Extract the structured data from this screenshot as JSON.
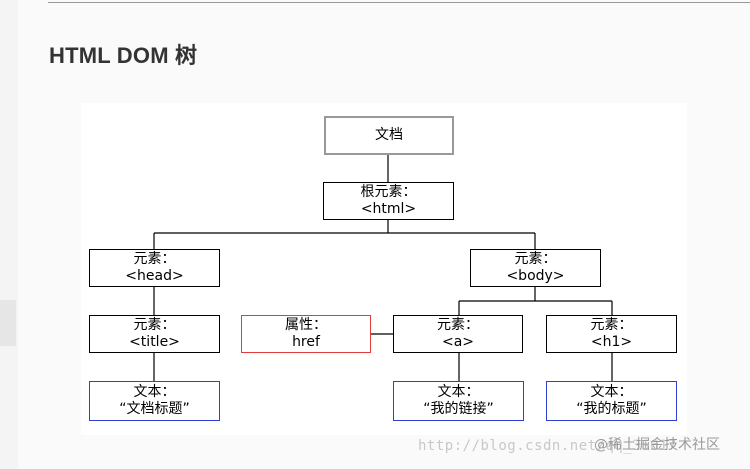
{
  "page": {
    "heading": "HTML DOM 树"
  },
  "diagram": {
    "nodes": {
      "document": {
        "lines": [
          "文档"
        ]
      },
      "html": {
        "lines": [
          "根元素：",
          "<html>"
        ]
      },
      "head": {
        "lines": [
          "元素：",
          "<head>"
        ]
      },
      "body": {
        "lines": [
          "元素：",
          "<body>"
        ]
      },
      "title": {
        "lines": [
          "元素：",
          "<title>"
        ]
      },
      "attr_href": {
        "lines": [
          "属性：",
          "href"
        ]
      },
      "a": {
        "lines": [
          "元素：",
          "<a>"
        ]
      },
      "h1": {
        "lines": [
          "元素：",
          "<h1>"
        ]
      },
      "text_title": {
        "lines": [
          "文本：",
          "“文档标题”"
        ]
      },
      "text_link": {
        "lines": [
          "文本：",
          "“我的链接”"
        ]
      },
      "text_h1": {
        "lines": [
          "文本：",
          "“我的标题”"
        ]
      }
    },
    "colors": {
      "attribute_border": "#e23b3b",
      "text_border": "#2f3fd0",
      "root_border": "#999999"
    }
  },
  "watermark": {
    "url": "http://blog.csdn.net/qq_36617",
    "brand": "@稀土掘金技术社区"
  }
}
